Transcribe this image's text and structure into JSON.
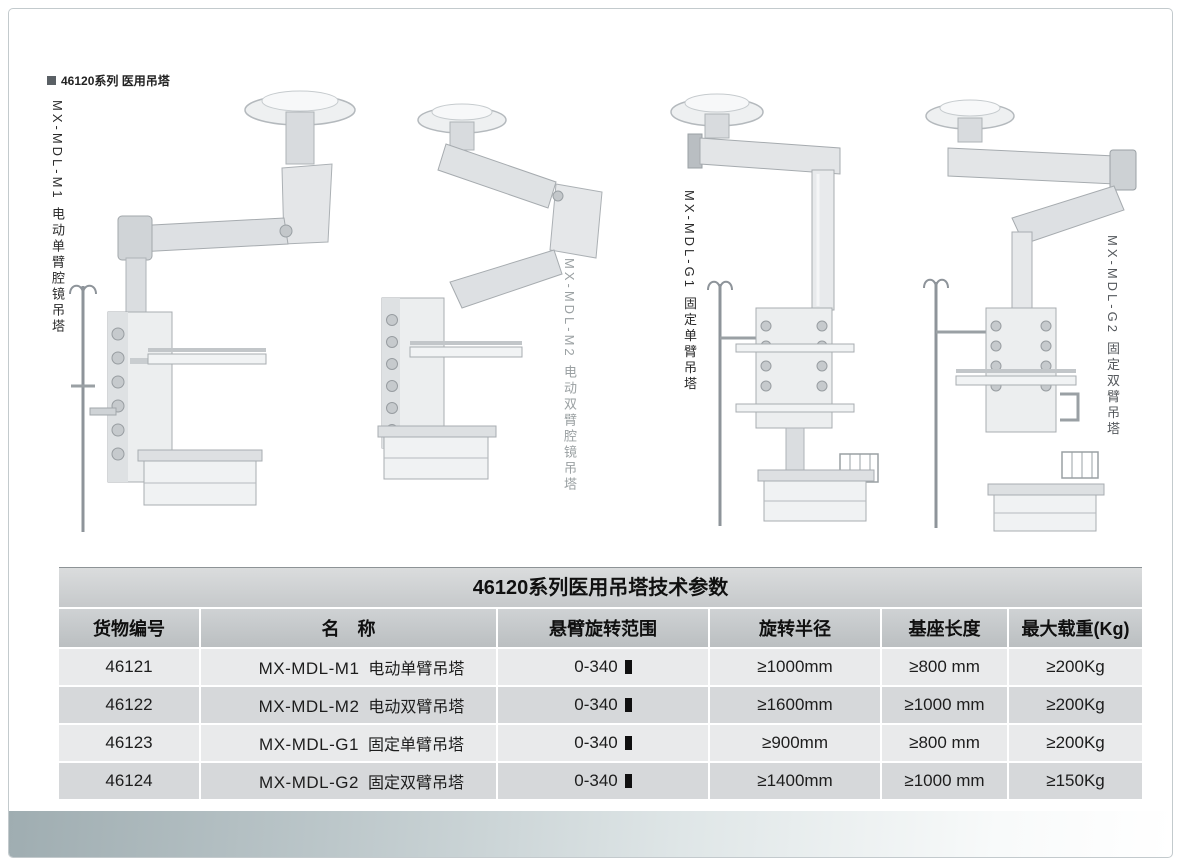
{
  "theme": {
    "page_bg": "#ffffff",
    "table_title_bg": "#cdd0d2",
    "table_header_bg": "#c0c4c6",
    "row_light": "#e9eaeb",
    "row_dark": "#d6d8da",
    "label_dark": "#2a2a2a",
    "label_gray": "#9aa0a2",
    "bottom_band_gray": "#9fadb1"
  },
  "series": {
    "label": "46120系列 医用吊塔"
  },
  "products": [
    {
      "label": "MX-MDL-M1  电动单臂腔镜吊塔"
    },
    {
      "label": "MX-MDL-M2  电动双臂腔镜吊塔"
    },
    {
      "label": "MX-MDL-G1  固定单臂吊塔"
    },
    {
      "label": "MX-MDL-G2  固定双臂吊塔"
    }
  ],
  "table": {
    "title": "46120系列医用吊塔技术参数",
    "headers": [
      "货物编号",
      "名　称",
      "悬臂旋转范围",
      "旋转半径",
      "基座长度",
      "最大载重(Kg)"
    ],
    "rows": [
      {
        "code": "46121",
        "model": "MX-MDL-M1",
        "name": "电动单臂吊塔",
        "range": "0-340",
        "radius": "≥1000mm",
        "base": "≥800 mm",
        "load": "≥200Kg"
      },
      {
        "code": "46122",
        "model": "MX-MDL-M2",
        "name": "电动双臂吊塔",
        "range": "0-340",
        "radius": "≥1600mm",
        "base": "≥1000 mm",
        "load": "≥200Kg"
      },
      {
        "code": "46123",
        "model": "MX-MDL-G1",
        "name": "固定单臂吊塔",
        "range": "0-340",
        "radius": "≥900mm",
        "base": "≥800 mm",
        "load": "≥200Kg"
      },
      {
        "code": "46124",
        "model": "MX-MDL-G2",
        "name": "固定双臂吊塔",
        "range": "0-340",
        "radius": "≥1400mm",
        "base": "≥1000 mm",
        "load": "≥150Kg"
      }
    ]
  }
}
